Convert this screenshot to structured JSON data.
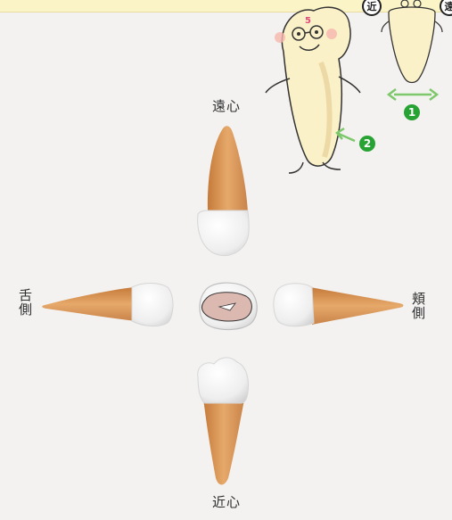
{
  "labels": {
    "distal": "遠心",
    "mesial": "近心",
    "lingual": "舌側",
    "buccal": "頬側"
  },
  "badges": {
    "near": "近",
    "far": "遠"
  },
  "markers": {
    "one": "1",
    "two": "2"
  },
  "mascot": {
    "tooth_number": "5"
  },
  "colors": {
    "background": "#f3f2f0",
    "top_band": "#fbf4c6",
    "root": "#d9975a",
    "crown": "#f4f4f4",
    "mascot_body": "#fbf1c8",
    "accent_green": "#27a333",
    "arrow_green": "#7cc86a"
  }
}
